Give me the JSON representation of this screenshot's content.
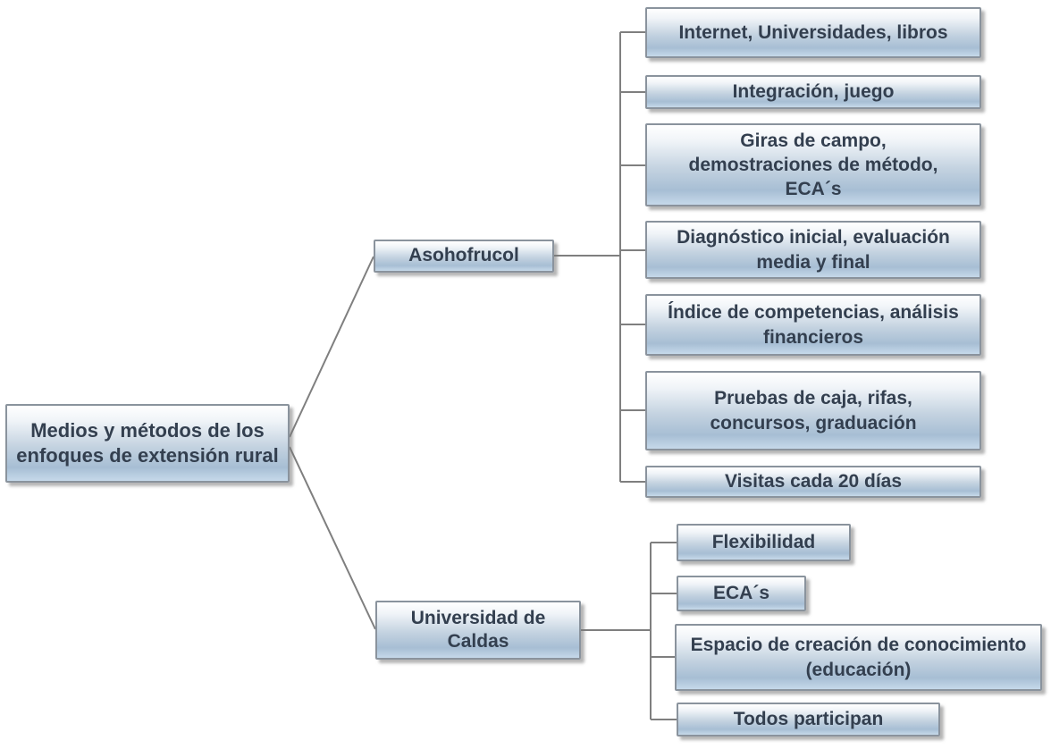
{
  "root": {
    "label": "Medios y métodos de los enfoques de extensión rural"
  },
  "branches": [
    {
      "label": "Asohofrucol",
      "children": [
        "Internet, Universidades, libros",
        "Integración, juego",
        "Giras de campo, demostraciones de método, ECA´s",
        "Diagnóstico inicial, evaluación media y final",
        "Índice de competencias, análisis financieros",
        "Pruebas de caja, rifas, concursos, graduación",
        "Visitas cada 20 días"
      ]
    },
    {
      "label": "Universidad de Caldas",
      "children": [
        "Flexibilidad",
        "ECA´s",
        "Espacio de creación de conocimiento (educación)",
        "Todos participan"
      ]
    }
  ],
  "colors": {
    "box_border": "#8a939d",
    "text": "#333f4f",
    "connector": "#7f7f7f",
    "background": "#ffffff",
    "box_gradient_top": "#ffffff",
    "box_gradient_mid": "#a7bed4",
    "box_gradient_bottom": "#c6d9ea"
  }
}
